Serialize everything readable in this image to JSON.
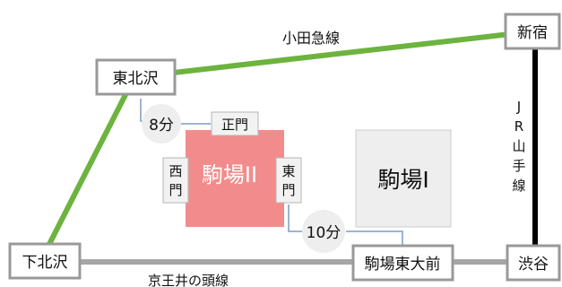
{
  "stations": {
    "shinjuku": "新宿",
    "higashi_kitazawa": "東北沢",
    "shimokitazawa": "下北沢",
    "komaba_todaimae": "駒場東大前",
    "shibuya": "渋谷"
  },
  "lines": {
    "odakyu": {
      "name": "小田急線",
      "color": "#6db33f"
    },
    "keio_inokashira": {
      "name": "京王井の頭線",
      "color": "#a6a6a6"
    },
    "jr_yamanote": {
      "name": [
        "J",
        "R",
        "山",
        "手",
        "線"
      ],
      "color": "#000000"
    }
  },
  "campuses": {
    "komaba2": {
      "name": "駒場II",
      "fill": "#f28c8c"
    },
    "komaba1": {
      "name": "駒場I",
      "fill": "#eeeeee"
    }
  },
  "gates": {
    "main": "正門",
    "west": [
      "西",
      "門"
    ],
    "east": [
      "東",
      "門"
    ]
  },
  "walk_times": {
    "from_higashi_kitazawa": "8分",
    "from_komaba_todaimae": "10分"
  }
}
